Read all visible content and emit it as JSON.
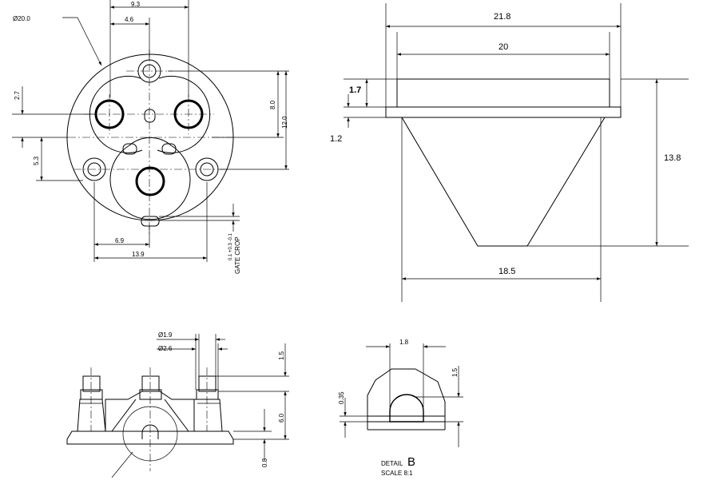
{
  "front_view": {
    "dia_label": "Ø20.0",
    "d_9_3": "9.3",
    "d_4_6": "4.6",
    "d_2_7": "2.7",
    "d_5_3": "5.3",
    "d_8_0": "8.0",
    "d_12_0": "12.0",
    "d_6_9": "6.9",
    "d_13_9": "13.9",
    "gate_tol": "0.1 +0.3 -0.1",
    "gate_label": "GATE CROP"
  },
  "side_view": {
    "d_21_8": "21.8",
    "d_20": "20",
    "d_1_7": "1.7",
    "d_1_2": "1.2",
    "d_13_8": "13.8",
    "d_18_5": "18.5"
  },
  "bottom_view": {
    "dia_1_9": "Ø1.9",
    "dia_2_6": "Ø2.6",
    "d_1_5": "1.5",
    "d_6_0": "6.0",
    "d_0_8": "0.8"
  },
  "detail": {
    "d_1_8": "1.8",
    "d_1_5": "1.5",
    "d_0_35": "0.35",
    "title_word": "DETAIL",
    "title_letter": "B",
    "scale": "SCALE 8:1"
  }
}
